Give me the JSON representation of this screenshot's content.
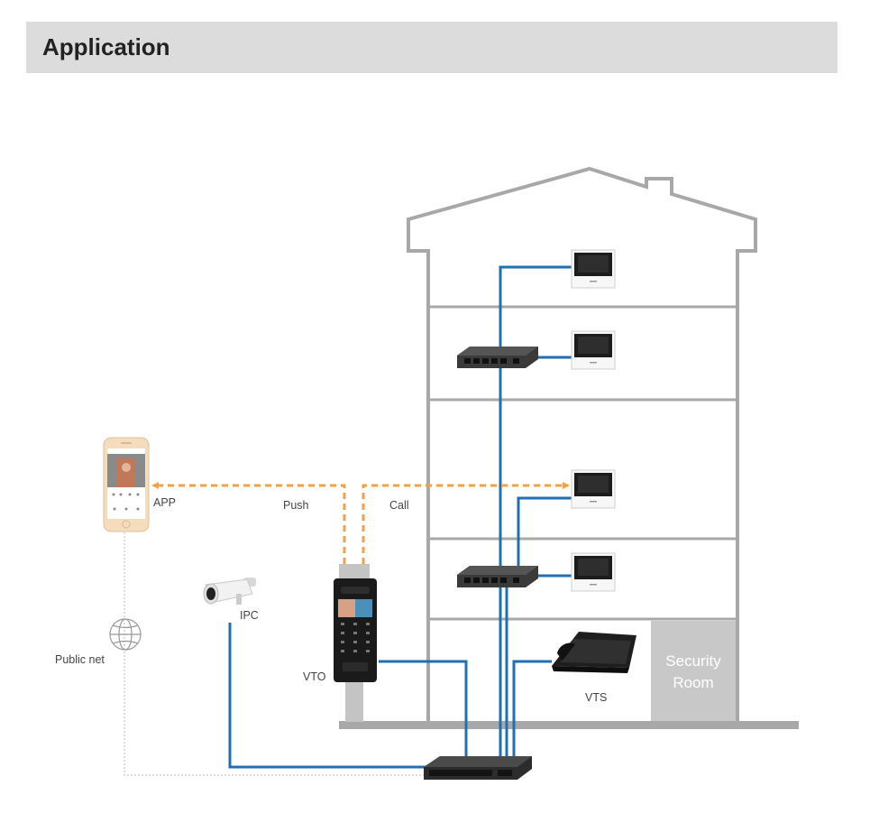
{
  "header": {
    "title": "Application"
  },
  "labels": {
    "app": "APP",
    "push": "Push",
    "call": "Call",
    "ipc": "IPC",
    "public_net": "Public net",
    "vto": "VTO",
    "vts": "VTS",
    "security_room_line1": "Security",
    "security_room_line2": "Room"
  },
  "colors": {
    "network_line": "#1f6fb5",
    "push_call_arrow": "#f2a14a",
    "building_outline": "#a8a8a8",
    "security_room_fill": "#c8c8c8"
  },
  "icons": {
    "phone": "smartphone-icon",
    "globe": "globe-icon",
    "ipc": "bullet-camera-icon",
    "vto": "door-station-icon",
    "vth": "indoor-monitor-icon",
    "switch": "network-switch-icon",
    "vts": "master-station-icon"
  }
}
